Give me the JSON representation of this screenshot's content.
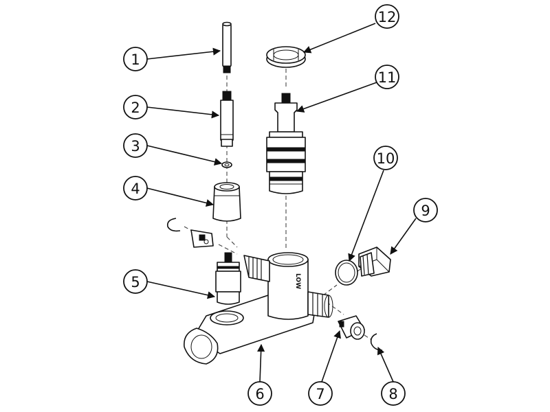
{
  "callouts": [
    {
      "number": "1",
      "part": "stem"
    },
    {
      "number": "2",
      "part": "extension-stem"
    },
    {
      "number": "3",
      "part": "o-ring"
    },
    {
      "number": "4",
      "part": "bonnet-nut"
    },
    {
      "number": "5",
      "part": "volume-cartridge"
    },
    {
      "number": "6",
      "part": "valve-body"
    },
    {
      "number": "7",
      "part": "check-valve"
    },
    {
      "number": "8",
      "part": "retaining-clip"
    },
    {
      "number": "9",
      "part": "hex-plug"
    },
    {
      "number": "10",
      "part": "sealing-washer"
    },
    {
      "number": "11",
      "part": "thermostatic-cartridge"
    },
    {
      "number": "12",
      "part": "lock-nut"
    }
  ],
  "body_marking": "LOW"
}
